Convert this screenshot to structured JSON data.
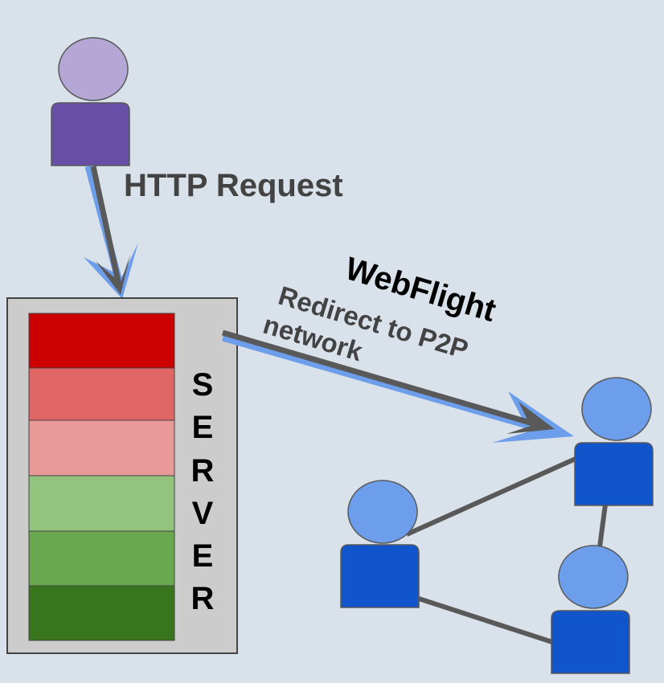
{
  "labels": {
    "http_request": "HTTP Request",
    "webflight": "WebFlight",
    "redirect_line1": "Redirect to P2P",
    "redirect_line2": "network"
  },
  "server": {
    "letters": [
      "S",
      "E",
      "R",
      "V",
      "E",
      "R"
    ],
    "load_colors": [
      "#cc0000",
      "#e06666",
      "#ea9999",
      "#93c47d",
      "#6aa84f",
      "#38761d"
    ]
  },
  "colors": {
    "background": "#d9e2ea",
    "client_head": "#b4a7d6",
    "client_body": "#674ea7",
    "peer_head": "#6d9eeb",
    "peer_body": "#1155cc",
    "arrow": "#595959",
    "arrow_glow": "#6d9eeb"
  }
}
